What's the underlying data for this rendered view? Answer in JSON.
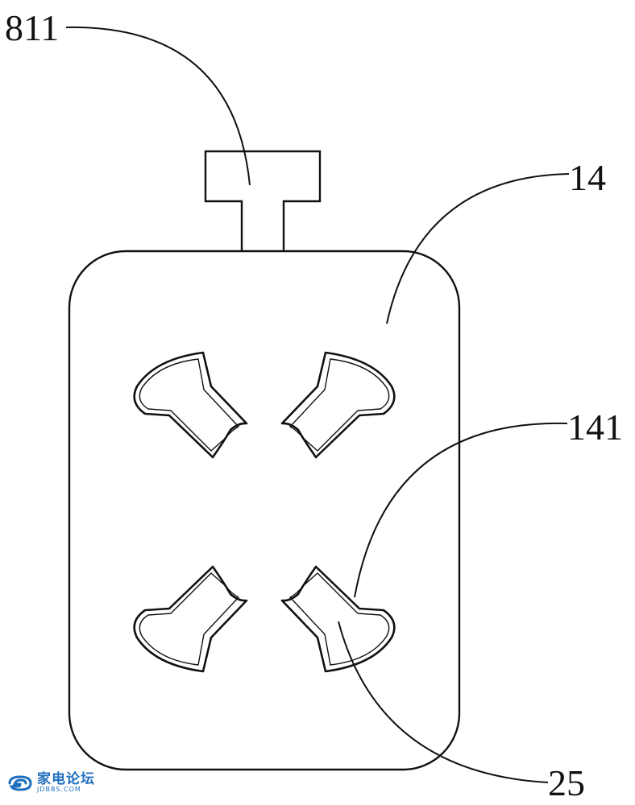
{
  "labels": {
    "part_811": "811",
    "part_14": "14",
    "part_141": "141",
    "part_25": "25"
  },
  "watermark": {
    "main": "家电论坛",
    "sub": "JDBBS.COM"
  },
  "colors": {
    "line": "#111111",
    "background": "#ffffff",
    "watermark": "#1f6fbf"
  }
}
